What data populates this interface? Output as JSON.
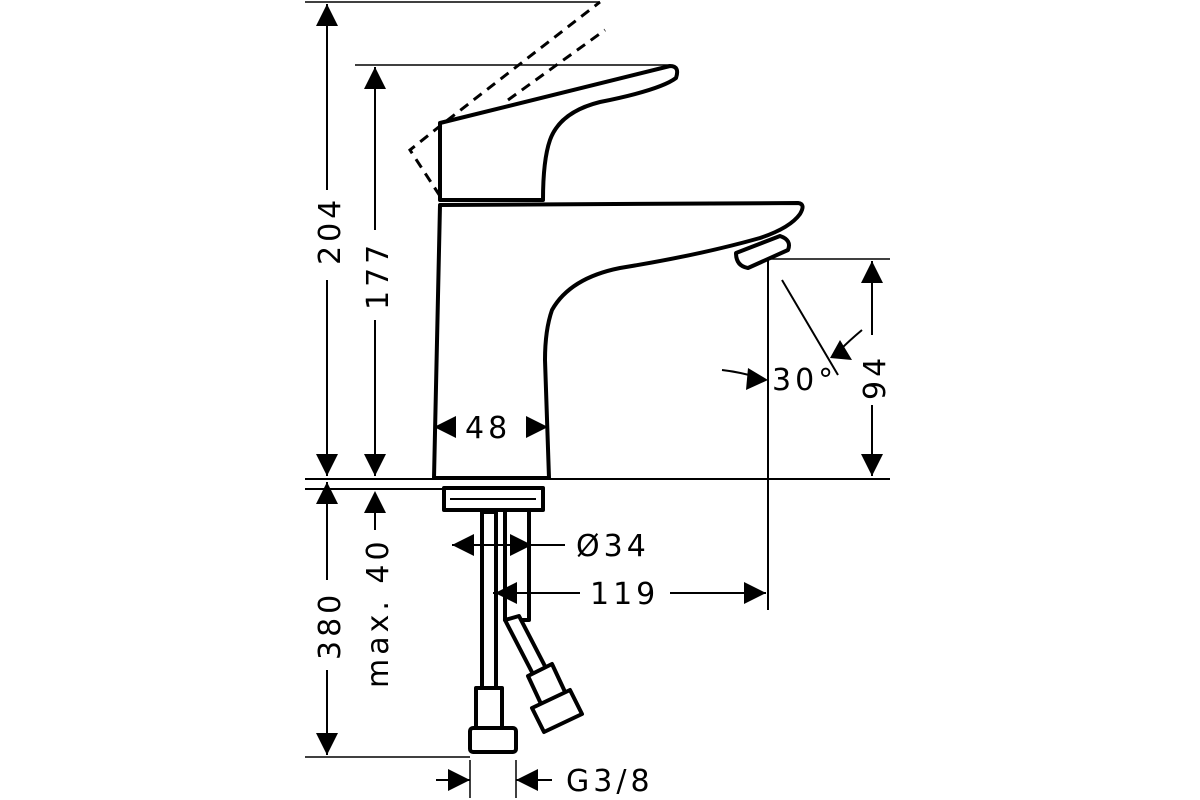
{
  "drawing": {
    "dimensions": {
      "total_height": "204",
      "spout_height": "177",
      "body_width": "48",
      "spout_clearance": "94",
      "spray_angle": "30°",
      "hole_diameter": "Ø34",
      "projection": "119",
      "hose_length": "380",
      "max_thickness": "max. 40",
      "connection_thread": "G3/8"
    },
    "colors": {
      "line": "#000000",
      "background": "#ffffff"
    }
  }
}
